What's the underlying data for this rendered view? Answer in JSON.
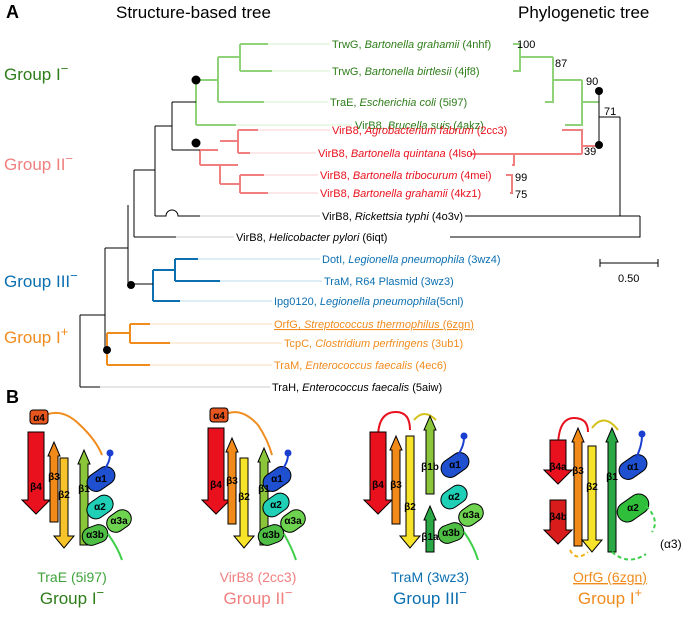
{
  "colors": {
    "group1minus": "#2e7d1a",
    "group1minus_light": "#8fd27a",
    "group2minus": "#f08080",
    "group2minus_strong": "#e8111d",
    "group3minus": "#0b6fb0",
    "group1plus": "#f08c1e",
    "neutral": "#000000"
  },
  "panel_a": {
    "label": "A",
    "header_left": "Structure-based tree",
    "header_right": "Phylogenetic tree",
    "groups": [
      {
        "label": "Group I",
        "sup": "−"
      },
      {
        "label": "Group II",
        "sup": "−"
      },
      {
        "label": "Group III",
        "sup": "−"
      },
      {
        "label": "Group I",
        "sup": "+"
      }
    ],
    "leaves": [
      {
        "pre": "TrwG, ",
        "species": "Bartonella grahamii",
        "post": " (4nhf)"
      },
      {
        "pre": "TrwG, ",
        "species": "Bartonella birtlesii",
        "post": " (4jf8)"
      },
      {
        "pre": "TraE, ",
        "species": "Escherichia coli",
        "post": " (5i97)"
      },
      {
        "pre": "VirB8, ",
        "species": "Brucella suis",
        "post": " (4akz)"
      },
      {
        "pre": "VirB8, ",
        "species": "Agrobacterium fabrum",
        "post": " (2cc3)"
      },
      {
        "pre": "VirB8, ",
        "species": "Bartonella quintana",
        "post": " (4lso)"
      },
      {
        "pre": "VirB8, ",
        "species": "Bartonella tribocurum",
        "post": " (4mei)"
      },
      {
        "pre": "VirB8, ",
        "species": "Bartonella grahamii",
        "post": " (4kz1)"
      },
      {
        "pre": "VirB8, ",
        "species": "Rickettsia typhi",
        "post": " (4o3v)"
      },
      {
        "pre": "VirB8, ",
        "species": "Helicobacter pylori",
        "post": " (6iqt)"
      },
      {
        "pre": "DotI, ",
        "species": "Legionella pneumophila",
        "post": " (3wz4)"
      },
      {
        "pre": "TraM, R64 Plasmid",
        "species": "",
        "post": " (3wz3)"
      },
      {
        "pre": "Ipg0120, ",
        "species": "Legionella pneumophila",
        "post": "(5cnl)"
      },
      {
        "pre": "OrfG, ",
        "species": "Streptococcus thermophilus",
        "post": " (6zgn)"
      },
      {
        "pre": "TcpC, ",
        "species": "Clostridium perfringens",
        "post": " (3ub1)"
      },
      {
        "pre": "TraM, ",
        "species": "Enterococcus faecalis",
        "post": " (4ec6)"
      },
      {
        "pre": "TraH, ",
        "species": "Enterococcus faecalis",
        "post": " (5aiw)"
      }
    ],
    "bootstrap": [
      "100",
      "87",
      "90",
      "71",
      "39",
      "99",
      "75"
    ],
    "scale_label": "0.50"
  },
  "panel_b": {
    "label": "B",
    "structures": [
      {
        "protein": "TraE (5i97)",
        "group": "Group I",
        "sup": "−",
        "helices": [
          "α4",
          "α1",
          "α2",
          "α3a",
          "α3b"
        ],
        "strands": [
          "β4",
          "β3",
          "β2",
          "β1"
        ]
      },
      {
        "protein": "VirB8 (2cc3)",
        "group": "Group II",
        "sup": "−",
        "helices": [
          "α4",
          "α1",
          "α2",
          "α3a",
          "α3b"
        ],
        "strands": [
          "β4",
          "β3",
          "β2",
          "β1"
        ]
      },
      {
        "protein": "TraM (3wz3)",
        "group": "Group III",
        "sup": "−",
        "helices": [
          "α1",
          "α2",
          "α3a",
          "α3b"
        ],
        "strands": [
          "β4",
          "β3",
          "β2",
          "β1b",
          "β1a"
        ]
      },
      {
        "protein": "OrfG (6zgn)",
        "group": "Group I",
        "sup": "+",
        "helices": [
          "α1",
          "α2",
          "(α3)"
        ],
        "strands": [
          "β4a",
          "β4b",
          "β3",
          "β2",
          "β1"
        ]
      }
    ]
  }
}
